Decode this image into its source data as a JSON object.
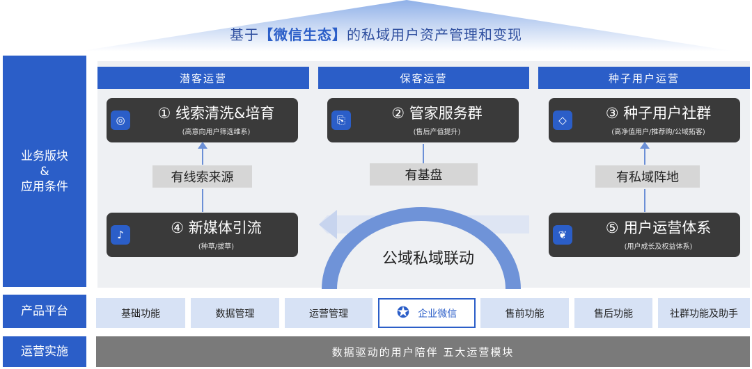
{
  "title": {
    "prefix": "基于",
    "highlight": "【微信生态】",
    "suffix": "的私域用户资产管理和变现"
  },
  "side_labels": {
    "business": "业务版块\n&\n应用条件",
    "product": "产品平台",
    "operation": "运营实施"
  },
  "columns": [
    "潜客运营",
    "保客运营",
    "种子用户运营"
  ],
  "cards": [
    {
      "title": "① 线索清洗&培育",
      "sub": "(高意向用户筛选维系)",
      "icon": "refresh-icon"
    },
    {
      "title": "② 管家服务群",
      "sub": "(售后产值提升)",
      "icon": "return-icon"
    },
    {
      "title": "③ 种子用户社群",
      "sub": "(高净值用户/推荐购/公域拓客)",
      "icon": "diamond-icon"
    },
    {
      "title": "④ 新媒体引流",
      "sub": "(种草/拔草)",
      "icon": "tiktok-icon"
    },
    {
      "title": "⑤ 用户运营体系",
      "sub": "(用户成长及权益体系)",
      "icon": "leaf-icon"
    }
  ],
  "conditions": [
    "有线索来源",
    "有基盘",
    "有私域阵地"
  ],
  "center_label": "公域私域联动",
  "products": [
    "基础功能",
    "数据管理",
    "运营管理",
    "企业微信",
    "售前功能",
    "售后功能",
    "社群功能及助手"
  ],
  "operation_text": "数据驱动的用户陪伴  五大运营模块",
  "colors": {
    "accent": "#2b5ec8",
    "card": "#3a3a3a",
    "condition": "#d6d6d6",
    "product": "#d7e2f5"
  }
}
